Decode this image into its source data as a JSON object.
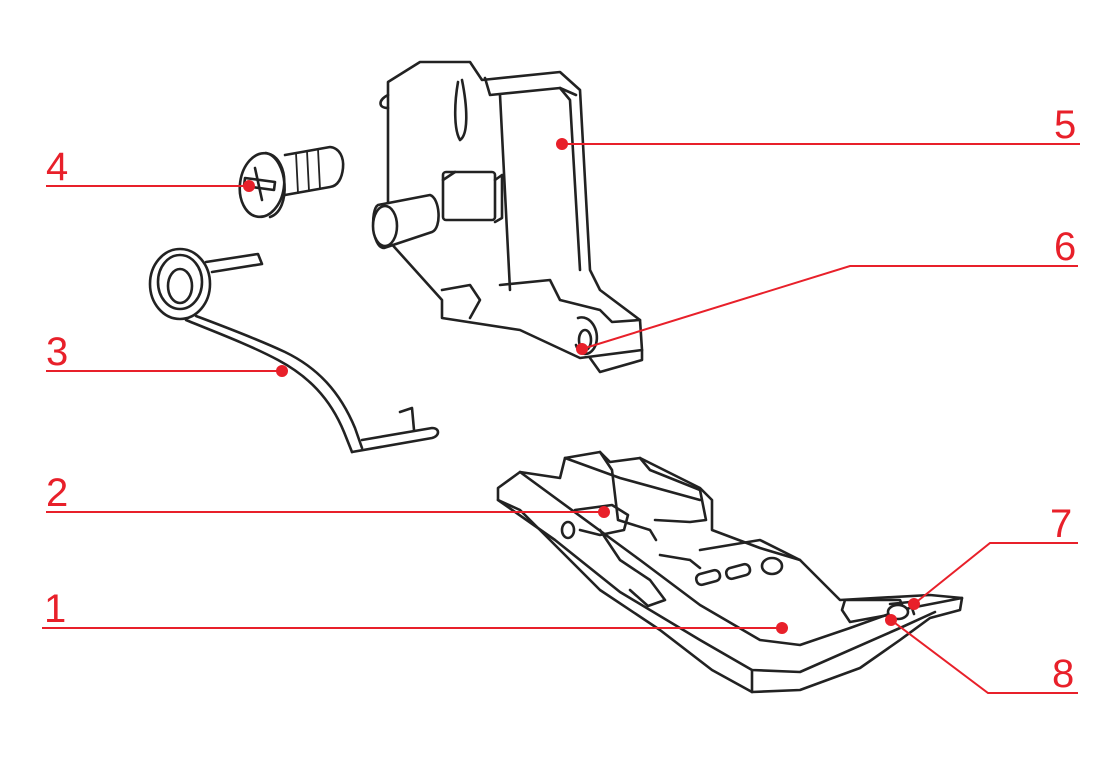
{
  "diagram": {
    "accent_color": "#e8202a",
    "callouts": [
      {
        "id": "1",
        "label": "1"
      },
      {
        "id": "2",
        "label": "2"
      },
      {
        "id": "3",
        "label": "3"
      },
      {
        "id": "4",
        "label": "4"
      },
      {
        "id": "5",
        "label": "5"
      },
      {
        "id": "6",
        "label": "6"
      },
      {
        "id": "7",
        "label": "7"
      },
      {
        "id": "8",
        "label": "8"
      }
    ]
  }
}
